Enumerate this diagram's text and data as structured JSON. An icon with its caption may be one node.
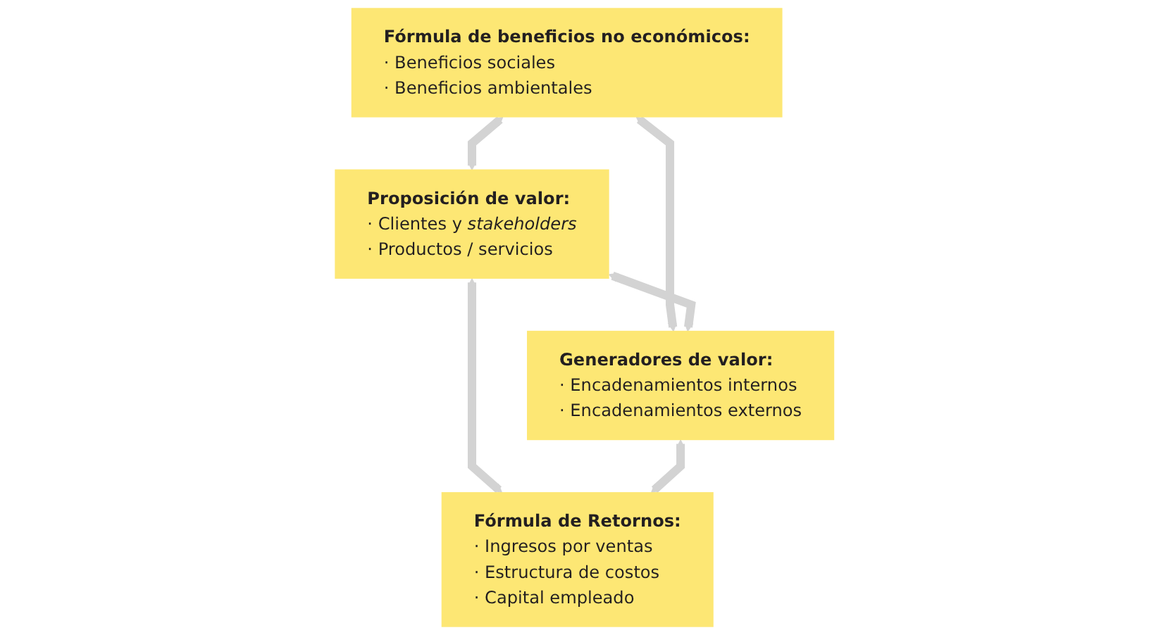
{
  "diagram": {
    "nodes": [
      {
        "text": [
          "Fórmula de beneficios no económicos:",
          "· Beneficios sociales",
          "· Beneficios ambientales"
        ]
      },
      {
        "text": [
          "Proposición de valor:",
          "· Clientes y *stakeholders*",
          "· Productos / servicios"
        ]
      },
      {
        "text": [
          "Generadores de valor:",
          "· Encadenamientos internos",
          "· Encadenamientos externos"
        ]
      },
      {
        "text": [
          "Fórmula de Retornos:",
          "· Ingresos por ventas",
          "· Estructura de costos",
          "· Capital empleado"
        ]
      }
    ],
    "edges": [
      {
        "from": 0,
        "to": 1,
        "arrow": "both"
      },
      {
        "from": 0,
        "to": 2,
        "arrow": "both"
      },
      {
        "from": 1,
        "to": 2,
        "arrow": "both"
      },
      {
        "from": 1,
        "to": 3,
        "arrow": "both"
      },
      {
        "from": 2,
        "to": 3,
        "arrow": "both"
      }
    ]
  }
}
